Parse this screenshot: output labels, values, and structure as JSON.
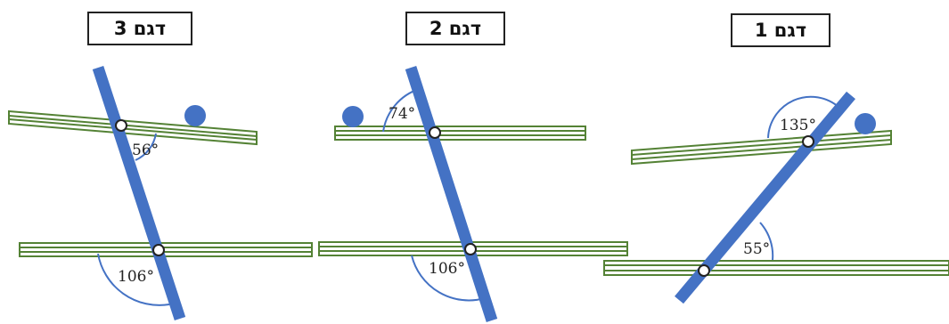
{
  "panels": [
    {
      "label": "דגם 3",
      "angles": [
        "56°",
        "106°"
      ]
    },
    {
      "label": "דגם 2",
      "angles": [
        "74°",
        "106°"
      ]
    },
    {
      "label": "דגם 1",
      "angles": [
        "135°",
        "55°"
      ]
    }
  ],
  "colors": {
    "transversal": "#4472C4",
    "rail_stroke": "#548235",
    "rail_fill": "#ffffff",
    "ball": "#4472C4",
    "arc": "#4472C4",
    "pivot_fill": "#ffffff",
    "pivot_stroke": "#222222"
  }
}
